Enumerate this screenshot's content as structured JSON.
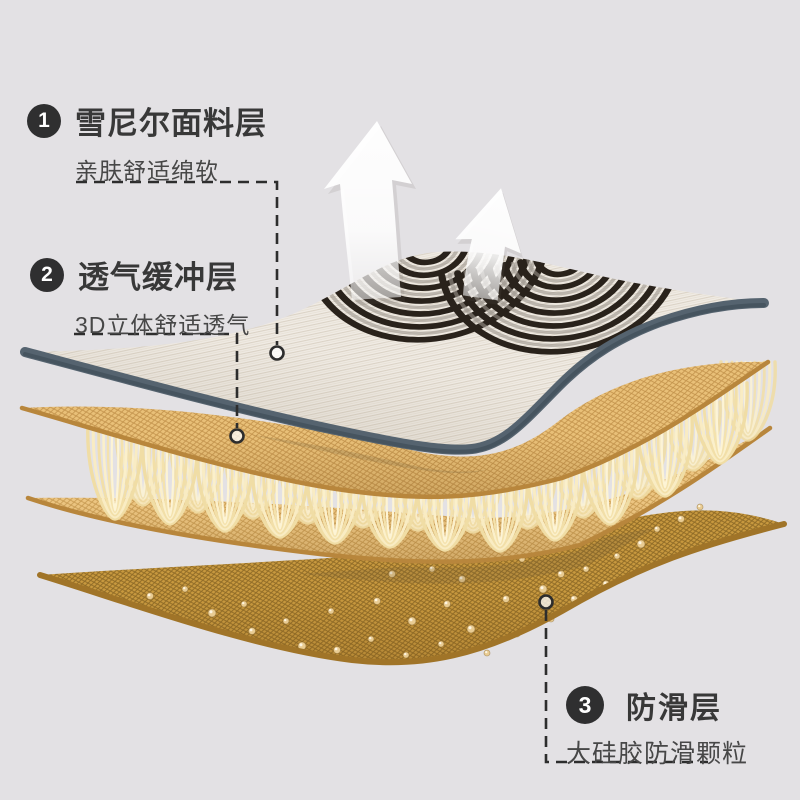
{
  "page": {
    "type": "product-layer-infographic",
    "background_color": "#e3e1e4"
  },
  "labels": [
    {
      "number": "1",
      "title": "雪尼尔面料层",
      "subtitle": "亲肤舒适绵软"
    },
    {
      "number": "2",
      "title": "透气缓冲层",
      "subtitle": "3D立体舒适透气"
    },
    {
      "number": "3",
      "title": "防滑层",
      "subtitle": "大硅胶防滑颗粒"
    }
  ],
  "badge": {
    "background": "#2f2f30",
    "text_color": "#ffffff"
  },
  "diagram": {
    "layers": [
      {
        "name": "chenille-fabric-layer",
        "fill": "#f0ebe4",
        "edge_color": "#55636f",
        "pattern": "woven arcs"
      },
      {
        "name": "breathable-3d-spacer-layer",
        "fill": "#e9c078",
        "loop_color": "#f6e5b4"
      },
      {
        "name": "anti-slip-layer",
        "fill": "#c8993f",
        "particle_color": "#e9cc93"
      }
    ],
    "icons": [
      {
        "name": "airflow-arrow-large-icon",
        "color": "#ffffff"
      },
      {
        "name": "airflow-arrow-small-icon",
        "color": "#ffffff"
      }
    ],
    "connector_color": "#2d2d2d"
  }
}
